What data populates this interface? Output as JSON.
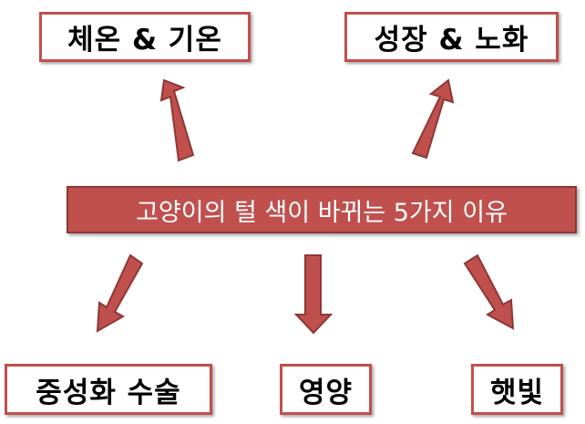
{
  "diagram": {
    "center_label": "고양이의 털 색이 바뀌는 5가지 이유",
    "reasons": {
      "temperature": "체온 & 기온",
      "growth": "성장 & 노화",
      "neutering": "중성화 수술",
      "nutrition": "영양",
      "sunlight": "햇빛"
    },
    "colors": {
      "accent": "#c0504d",
      "accent_dark": "#8c3836",
      "text": "#000000",
      "center_text": "#ffffff"
    }
  }
}
